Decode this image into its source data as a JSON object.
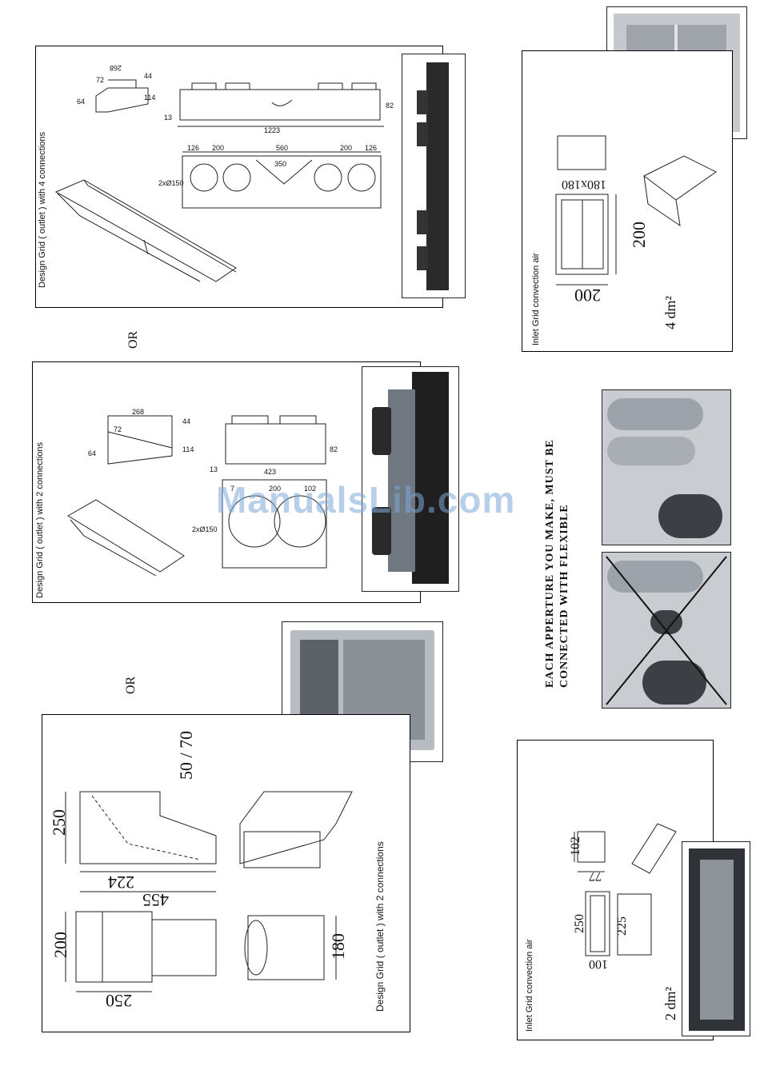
{
  "labels": {
    "grid4": "Design Grid ( outlet ) with 4 connections",
    "grid2a": "Design Grid ( outlet ) with 2 connections",
    "grid2b": "Design Grid ( outlet ) with 2 connections",
    "or1": "OR",
    "or2": "OR",
    "inlet1": "Inlet Grid convection air",
    "inlet2": "Inlet Grid convection air",
    "area4": "4 dm²",
    "area2": "2 dm²",
    "warning_line1": "EACH APPERTURE YOU MAKE, MUST BE",
    "warning_line2": "CONNECTED WITH FLEXIBLE",
    "watermark": "ManualsLib.com"
  },
  "dims_grid4": [
    "268",
    "72",
    "44",
    "64",
    "114",
    "13",
    "1223",
    "82",
    "126",
    "200",
    "560",
    "200",
    "126",
    "350",
    "2xØ150"
  ],
  "dims_grid2a": [
    "268",
    "72",
    "44",
    "64",
    "114",
    "13",
    "423",
    "82",
    "7",
    "200",
    "102",
    "2xØ150"
  ],
  "dims_grid2b": [
    "250",
    "50 / 70",
    "224",
    "455",
    "200",
    "250",
    "180"
  ],
  "dims_inlet4": [
    "180x180",
    "200",
    "200"
  ],
  "dims_inlet2": [
    "102",
    "77",
    "250",
    "225",
    "100"
  ]
}
